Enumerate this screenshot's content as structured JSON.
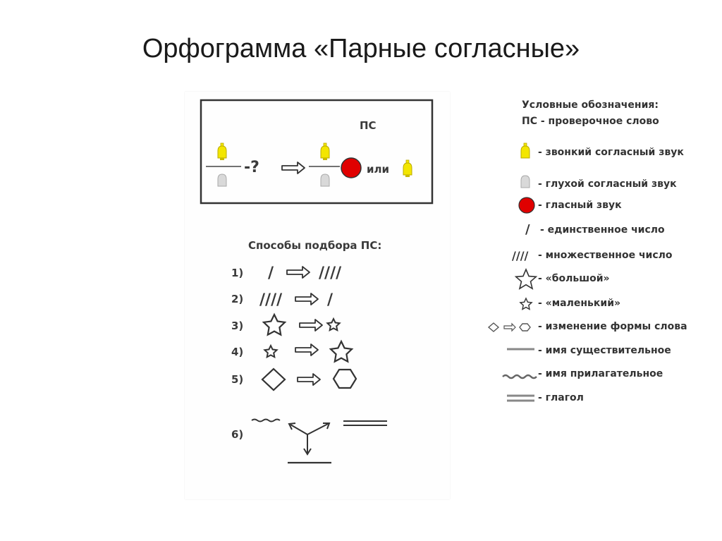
{
  "title": "Орфограмма «Парные согласные»",
  "card": {
    "ps_label": "ПС",
    "question": "-?",
    "or_label": "или",
    "methods_title": "Способы подбора ПС:",
    "methods": [
      {
        "num": "1)",
        "left": "/",
        "right": "////"
      },
      {
        "num": "2)",
        "left": "////",
        "right": "/"
      },
      {
        "num": "3)",
        "left": "big-star-icon",
        "right": "small-star-icon"
      },
      {
        "num": "4)",
        "left": "small-star-icon",
        "right": "big-star-icon"
      },
      {
        "num": "5)",
        "left": "diamond-icon",
        "right": "hexagon-icon"
      },
      {
        "num": "6)",
        "left": "wavy-line-icon",
        "right": "double-line-icon"
      }
    ]
  },
  "legend": {
    "heading": "Условные обозначения:",
    "ps_def": "ПС - проверочное слово",
    "single_glyph": "/",
    "multi_glyph": "////",
    "items": [
      {
        "icon": "yellow-bell-icon",
        "label": "- звонкий согласный звук"
      },
      {
        "icon": "gray-bell-icon",
        "label": "- глухой согласный звук"
      },
      {
        "icon": "red-circle-icon",
        "label": "- гласный звук"
      },
      {
        "icon": "slash-icon",
        "label": "- единственное число"
      },
      {
        "icon": "multi-slash-icon",
        "label": "- множественное число"
      },
      {
        "icon": "big-star-icon",
        "label": "- «большой»"
      },
      {
        "icon": "small-star-icon",
        "label": "- «маленький»"
      },
      {
        "icon": "shape-change-icon",
        "label": "- изменение формы слова"
      },
      {
        "icon": "single-line-icon",
        "label": "- имя существительное"
      },
      {
        "icon": "wavy-line-icon",
        "label": "- имя прилагательное"
      },
      {
        "icon": "double-line-icon",
        "label": "- глагол"
      }
    ]
  },
  "colors": {
    "voiced": "#f3e600",
    "voiceless": "#d9d9d9",
    "vowel": "#e00000",
    "line": "#888888"
  }
}
